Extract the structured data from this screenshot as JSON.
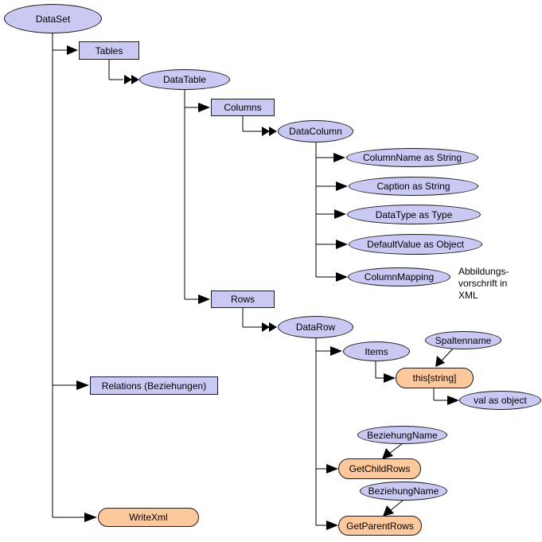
{
  "nodes": {
    "dataset": "DataSet",
    "tables": "Tables",
    "datatable": "DataTable",
    "columns": "Columns",
    "datacolumn": "DataColumn",
    "columnname": "ColumnName as String",
    "caption": "Caption as String",
    "datatype": "DataType as Type",
    "defaultvalue": "DefaultValue as Object",
    "columnmapping": "ColumnMapping",
    "rows": "Rows",
    "datarow": "DataRow",
    "items": "Items",
    "spaltenname": "Spaltenname",
    "this_string": "this[string]",
    "val_object": "val as object",
    "relations": "Relations (Beziehungen)",
    "beziehungname_child": "BeziehungName",
    "getchildrows": "GetChildRows",
    "beziehungname_parent": "BeziehungName",
    "getparentrows": "GetParentRows",
    "writexml": "WriteXml"
  },
  "note": {
    "line1": "Abbildungs-",
    "line2": "vorschrift in",
    "line3": "XML"
  },
  "colors": {
    "class_fill": "#c9c9f4",
    "method_fill": "#fdc89a",
    "line": "#000000"
  }
}
